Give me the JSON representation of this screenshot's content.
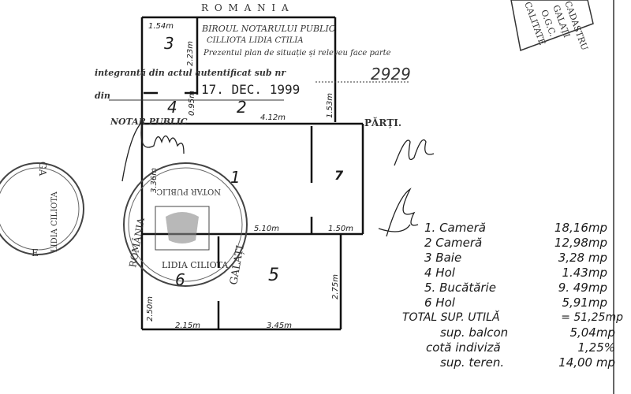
{
  "header": {
    "country": "R O M A N I A",
    "office": "BIROUL NOTARULUI PUBLIC",
    "notary": "CILLIOTA LIDIA CTILIA",
    "statement_1": "Prezentul plan de situație și releveu face parte",
    "statement_2": "integrantă din actul autentificat sub nr",
    "act_number": "2929",
    "date_stamp": "17. DEC. 1999",
    "din_label": "din",
    "notary_label": "NOTAR PUBLIC",
    "parties_label": "PĂRȚI."
  },
  "cadastre_stamp": {
    "lines": [
      "CADASTRU",
      "GALAȚI",
      "O.G.C.",
      "CALITATE"
    ]
  },
  "notary_seal": {
    "lines": [
      "ROMÂNIA",
      "NOTAR PUBLIC",
      "LIDIA CILIOTA",
      "GALAȚI"
    ]
  },
  "left_seal": {
    "lines": [
      "LIDIA CILIOTA",
      "GA",
      "E"
    ]
  },
  "plan": {
    "rooms": [
      "1",
      "2",
      "3",
      "4",
      "5",
      "6",
      "7"
    ],
    "dimensions": {
      "d154": "1.54m",
      "d223": "2.23m",
      "d153": "1.53m",
      "d412": "4.12m",
      "d336": "3.36m",
      "d510": "5.10m",
      "d150": "1.50m",
      "d275": "2.75m",
      "d250": "2.50m",
      "d215": "2.15m",
      "d345": "3.45m",
      "d95": "0.95m"
    }
  },
  "areas": [
    {
      "label": "1. Cameră",
      "value": "18,16mp"
    },
    {
      "label": "2 Cameră",
      "value": "12,98mp"
    },
    {
      "label": "3 Baie",
      "value": "3,28 mp"
    },
    {
      "label": "4 Hol",
      "value": "1.43mp"
    },
    {
      "label": "5. Bucătărie",
      "value": "9. 49mp"
    },
    {
      "label": "6 Hol",
      "value": "5,91mp"
    }
  ],
  "totals": {
    "useful_label": "TOTAL SUP. UTILĂ",
    "useful_value": "= 51,25mp",
    "balcony_label": "sup. balcon",
    "balcony_value": "5,04mp",
    "share_label": "cotă indiviză",
    "share_value": "1,25%",
    "land_label": "sup. teren.",
    "land_value": "14,00 mp"
  }
}
